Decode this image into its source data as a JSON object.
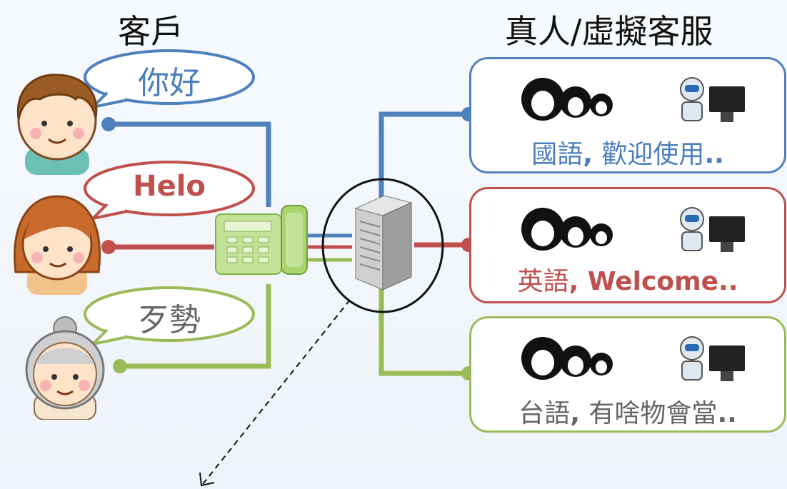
{
  "headings": {
    "customers": "客戶",
    "service": "真人/虛擬客服"
  },
  "bubbles": [
    {
      "text": "你好",
      "color": "#4a7ebb",
      "text_color": "#4a7ebb"
    },
    {
      "text": "Helo",
      "color": "#c0504d",
      "text_color": "#c0504d"
    },
    {
      "text": "歹勢",
      "color": "#9bbb59",
      "text_color": "#666666"
    }
  ],
  "panels": [
    {
      "prefix": "國語",
      "message": "歡迎使用",
      "ellipsis": "..",
      "border_color": "#4a7ebb",
      "text_color": "#4a7ebb"
    },
    {
      "prefix": "英語",
      "message": "Welcome",
      "ellipsis": "..",
      "border_color": "#c0504d",
      "text_color": "#c0504d"
    },
    {
      "prefix": "台語",
      "message": "有啥物會當",
      "ellipsis": "..",
      "border_color": "#9bbb59",
      "text_color": "#666666"
    }
  ],
  "line_colors": {
    "blue": "#4f81bd",
    "red": "#c0504d",
    "green": "#9bbb59"
  },
  "icons": {
    "customers": [
      "boy-avatar-icon",
      "girl-avatar-icon",
      "grandma-avatar-icon"
    ],
    "phone": "telephone-icon",
    "server": "server-icon",
    "agents": "headset-agents-icon",
    "robot": "robot-agent-icon"
  }
}
